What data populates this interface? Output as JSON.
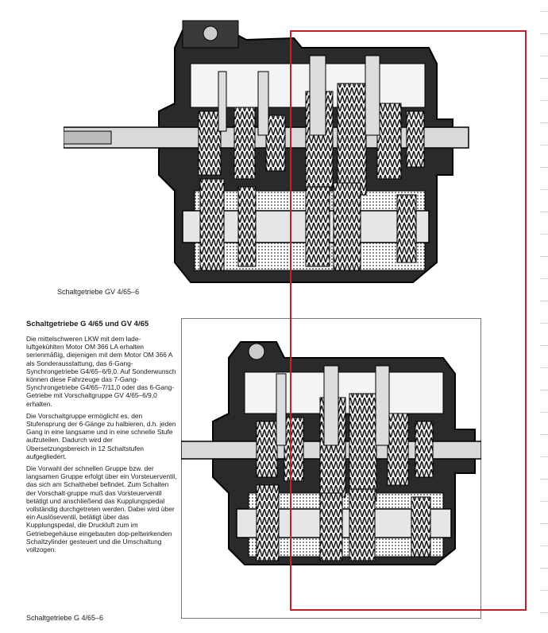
{
  "captions": {
    "top_figure": "Schaltgetriebe GV 4/65–6",
    "bottom_figure": "Schaltgetriebe G 4/65–6"
  },
  "article": {
    "heading": "Schaltgetriebe G 4/65 und GV 4/65",
    "paragraphs": [
      "Die mittelschweren LKW mit dem lade-luftgekühlten Motor OM 366 LA erhalten serienmäßig, diejenigen mit dem Motor OM 366 A als Sonderausstattung, das 6-Gang-Synchrongetriebe G4/65–6/9,0. Auf Sonderwunsch können diese Fahrzeuge das 7-Gang-Synchrongetriebe G4/65–7/11,0 oder das 6-Gang-Getriebe mit Vorschaltgruppe GV 4/65–6/9,0 erhalten.",
      "Die Vorschaltgruppe ermöglicht es, den Stufensprung der 6-Gänge zu halbieren, d.h. jeden Gang in eine langsame und in eine schnelle Stufe aufzuteilen. Dadurch wird der Übersetzungsbereich in 12 Schaltstufen aufgegliedert.",
      "Die Vorwahl der schnellen Gruppe bzw. der langsamen Gruppe erfolgt über ein Vorsteuerventil, das sich am Schalthebel befindet. Zum Schalten der Vorschalt-gruppe muß das Vorsteuerventil betätigt und anschließend das Kupplungspedal vollständig durchgetreten werden. Dabei wird über ein Auslöseventil, betätigt über das Kupplungspedal, die Druckluft zum im Getriebegehäuse eingebauten dop-peltwirkenden Schaltzylinder gesteuert und die Umschaltung vollzogen."
    ]
  },
  "colors": {
    "highlight_box": "#c81e2a",
    "ink": "#1a1a1a"
  }
}
